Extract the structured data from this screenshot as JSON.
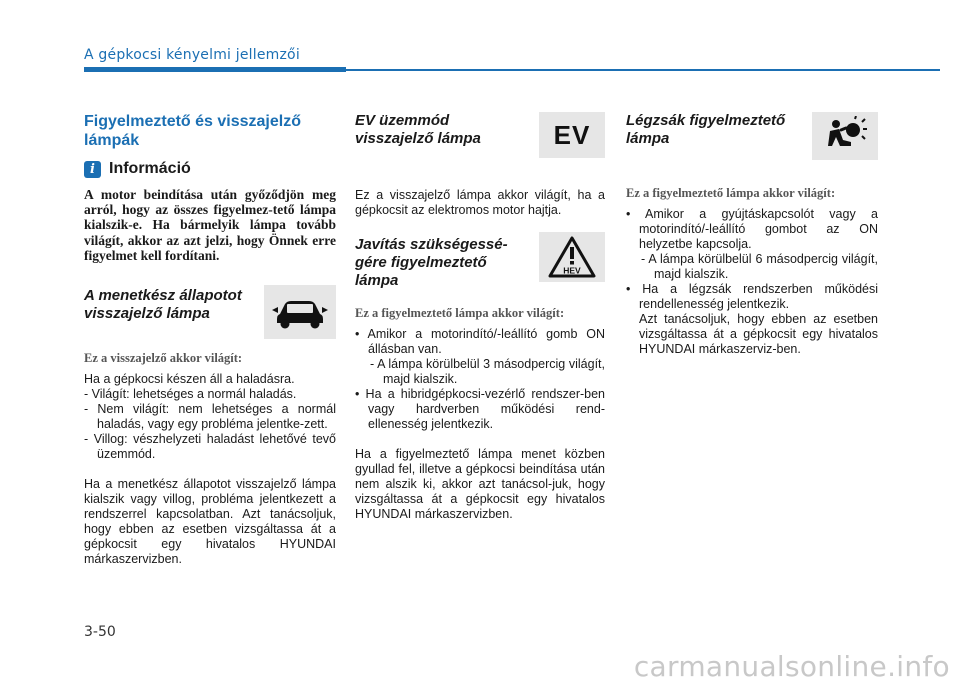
{
  "header": {
    "title": "A gépkocsi kényelmi jellemzői"
  },
  "col1": {
    "title": "Figyelmeztető és visszajelző lámpák",
    "info_title": "Információ",
    "info_text": "A motor beindítása után győződjön meg arról, hogy az összes figyelmez-tető lámpa kialszik-e. Ha bármelyik lámpa tovább világít, akkor az azt jelzi, hogy Önnek erre figyelmet kell fordítani.",
    "ready_title": "A menetkész állapotot visszajelző lámpa",
    "ready_when": "Ez a visszajelző akkor világít:",
    "ready_intro": "Ha a gépkocsi készen áll a haladásra.",
    "ready_items": [
      "- Világít: lehetséges a normál haladás.",
      "- Nem világít: nem lehetséges a normál haladás, vagy egy probléma jelentke-zett.",
      "- Villog: vészhelyzeti haladást lehetővé tevő üzemmód."
    ],
    "ready_note": "Ha a menetkész állapotot visszajelző lámpa kialszik vagy villog, probléma jelentkezett a rendszerrel kapcsolatban. Azt tanácsoljuk, hogy ebben az esetben vizsgáltassa át a gépkocsit egy hivatalos HYUNDAI márkaszervizben."
  },
  "col2": {
    "ev_title": "EV üzemmód visszajelző lámpa",
    "ev_icon_text": "EV",
    "ev_text": "Ez a visszajelző lámpa akkor világít, ha a gépkocsit az elektromos motor hajtja.",
    "svc_title": "Javítás szükségessé-gére figyelmeztető lámpa",
    "svc_icon_text": "HEV",
    "svc_when": "Ez a figyelmeztető lámpa akkor világít:",
    "svc_b1": "• Amikor a motorindító/-leállító gomb ON állásban van.",
    "svc_b1_sub": "- A lámpa körülbelül 3 másodpercig világít, majd kialszik.",
    "svc_b2": "• Ha a hibridgépkocsi-vezérlő rendszer-ben vagy hardverben működési rend-ellenesség jelentkezik.",
    "svc_note": "Ha a figyelmeztető lámpa menet közben gyullad fel, illetve a gépkocsi beindítása után nem alszik ki, akkor azt tanácsol-juk, hogy vizsgáltassa át a gépkocsit egy hivatalos HYUNDAI márkaszervizben."
  },
  "col3": {
    "airbag_title": "Légzsák figyelmeztető lámpa",
    "airbag_when": "Ez a figyelmeztető lámpa akkor világít:",
    "b1": "• Amikor a gyújtáskapcsolót vagy a motorindító/-leállító gombot az ON helyzetbe kapcsolja.",
    "b1_sub": "- A lámpa körülbelül 6 másodpercig világít, majd kialszik.",
    "b2": "• Ha a légzsák rendszerben működési rendellenesség jelentkezik.",
    "b2_note": "Azt tanácsoljuk, hogy ebben az esetben vizsgáltassa át a gépkocsit egy hivatalos HYUNDAI márkaszerviz-ben."
  },
  "footer": {
    "page_number": "3-50",
    "watermark": "carmanualsonline.info"
  },
  "colors": {
    "accent": "#1b6fb3",
    "icon_bg": "#e6e6e6"
  }
}
